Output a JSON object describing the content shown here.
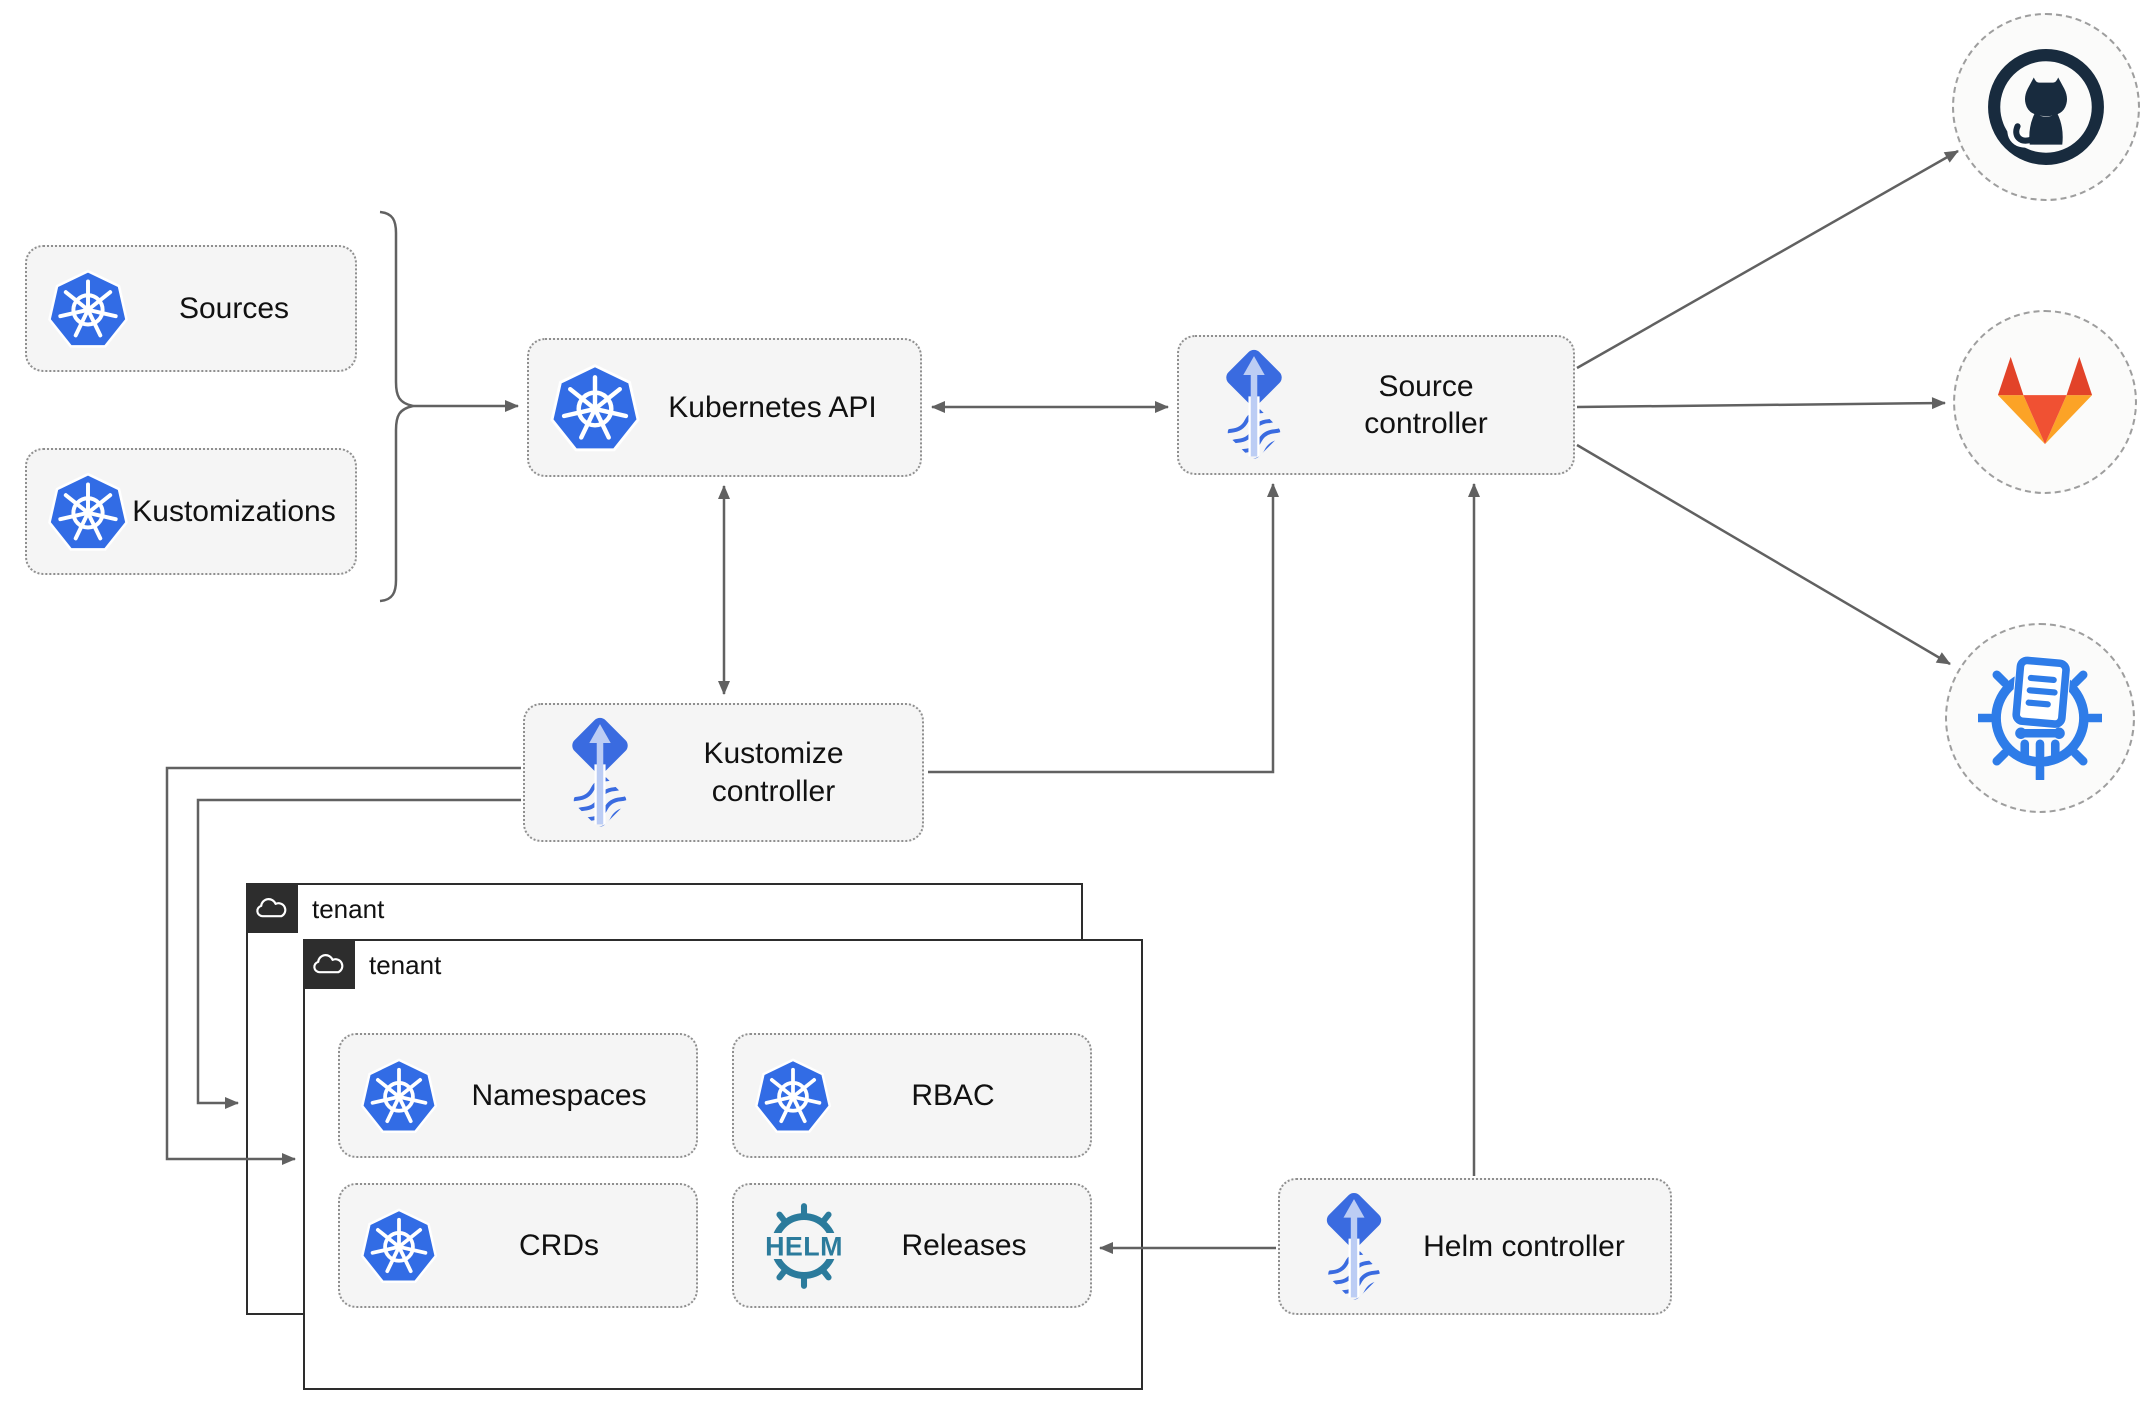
{
  "nodes": {
    "sources": {
      "label": "Sources"
    },
    "kustomizations": {
      "label": "Kustomizations"
    },
    "kubernetes_api": {
      "label": "Kubernetes API"
    },
    "source_controller": {
      "label": "Source controller"
    },
    "kustomize_controller": {
      "label": "Kustomize controller"
    },
    "helm_controller": {
      "label": "Helm controller"
    },
    "namespaces": {
      "label": "Namespaces"
    },
    "rbac": {
      "label": "RBAC"
    },
    "crds": {
      "label": "CRDs"
    },
    "releases": {
      "label": "Releases"
    }
  },
  "groups": {
    "tenant_back": {
      "label": "tenant"
    },
    "tenant_front": {
      "label": "tenant"
    }
  },
  "icons": {
    "kubernetes": "kubernetes-wheel-icon",
    "flux": "flux-arrow-waves-icon",
    "helm_wheel": "helm-ship-wheel-icon",
    "helm_logo_text": "HELM",
    "cloud": "cloud-outline-icon",
    "github": "github-octocat-icon",
    "gitlab": "gitlab-tanuki-icon",
    "registry": "container-registry-wheel-icon"
  },
  "colors": {
    "kubernetes_blue": "#326ce5",
    "flux_blue": "#3a6be0",
    "flux_light_arrow": "#bccdf4",
    "helm_teal": "#2b7b9c",
    "github_navy": "#182b3e",
    "gitlab_red": "#e24329",
    "gitlab_orange": "#f05133",
    "gitlab_yellow": "#fca326",
    "registry_blue": "#2e7ce8",
    "connector_gray": "#616161",
    "node_background": "#f5f5f5",
    "tenant_tab_background": "#2d2d2d"
  }
}
